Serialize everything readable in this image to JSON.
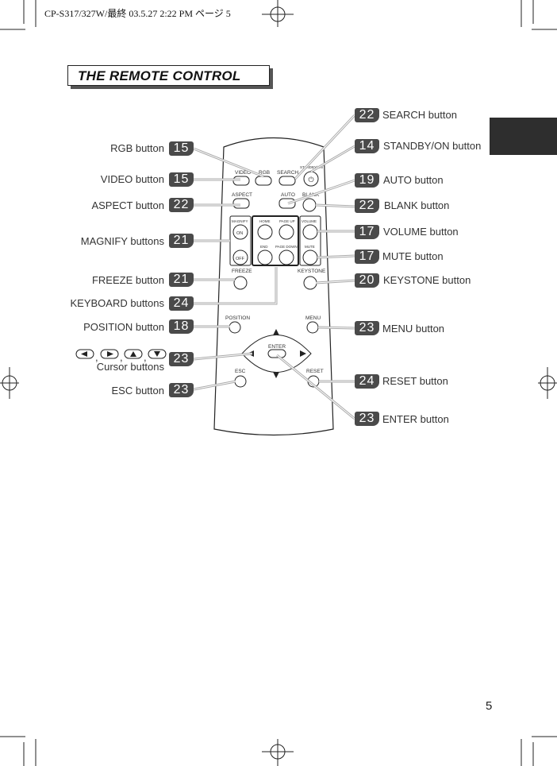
{
  "header": {
    "text": "CP-S317/327W/最終  03.5.27 2:22 PM  ページ 5"
  },
  "title": "THE REMOTE CONTROL",
  "page_number": "5",
  "left_callouts": [
    {
      "label": "RGB button",
      "badge": "15"
    },
    {
      "label": "VIDEO button",
      "badge": "15"
    },
    {
      "label": "ASPECT button",
      "badge": "22"
    },
    {
      "label": "MAGNIFY buttons",
      "badge": "21"
    },
    {
      "label": "FREEZE button",
      "badge": "21"
    },
    {
      "label": "KEYBOARD buttons",
      "badge": "24"
    },
    {
      "label": "POSITION button",
      "badge": "18"
    },
    {
      "label": "Cursor buttons",
      "badge": "23",
      "prefix_separator": ","
    },
    {
      "label": "ESC button",
      "badge": "23"
    }
  ],
  "right_callouts": [
    {
      "label": "SEARCH button",
      "badge": "22"
    },
    {
      "label": "STANDBY/ON button",
      "badge": "14"
    },
    {
      "label": "AUTO button",
      "badge": "19"
    },
    {
      "label": "BLANK button",
      "badge": "22"
    },
    {
      "label": "VOLUME button",
      "badge": "17"
    },
    {
      "label": "MUTE button",
      "badge": "17"
    },
    {
      "label": "KEYSTONE button",
      "badge": "20"
    },
    {
      "label": "MENU button",
      "badge": "23"
    },
    {
      "label": "RESET button",
      "badge": "24"
    },
    {
      "label": "ENTER button",
      "badge": "23"
    }
  ],
  "remote": {
    "video": "VIDEO",
    "rgb": "RGB",
    "search": "SEARCH",
    "standby": "STANDBY/ON",
    "aspect": "ASPECT",
    "auto": "AUTO",
    "blank": "BLANK",
    "magnify": "MAGNIFY",
    "home": "HOME",
    "page_up": "PAGE UP",
    "volume": "VOLUME",
    "on": "ON",
    "off": "OFF",
    "end": "END",
    "page_down": "PAGE DOWN",
    "mute": "MUTE",
    "freeze": "FREEZE",
    "keystone": "KEYSTONE",
    "position": "POSITION",
    "menu": "MENU",
    "enter": "ENTER",
    "esc": "ESC",
    "reset": "RESET"
  }
}
